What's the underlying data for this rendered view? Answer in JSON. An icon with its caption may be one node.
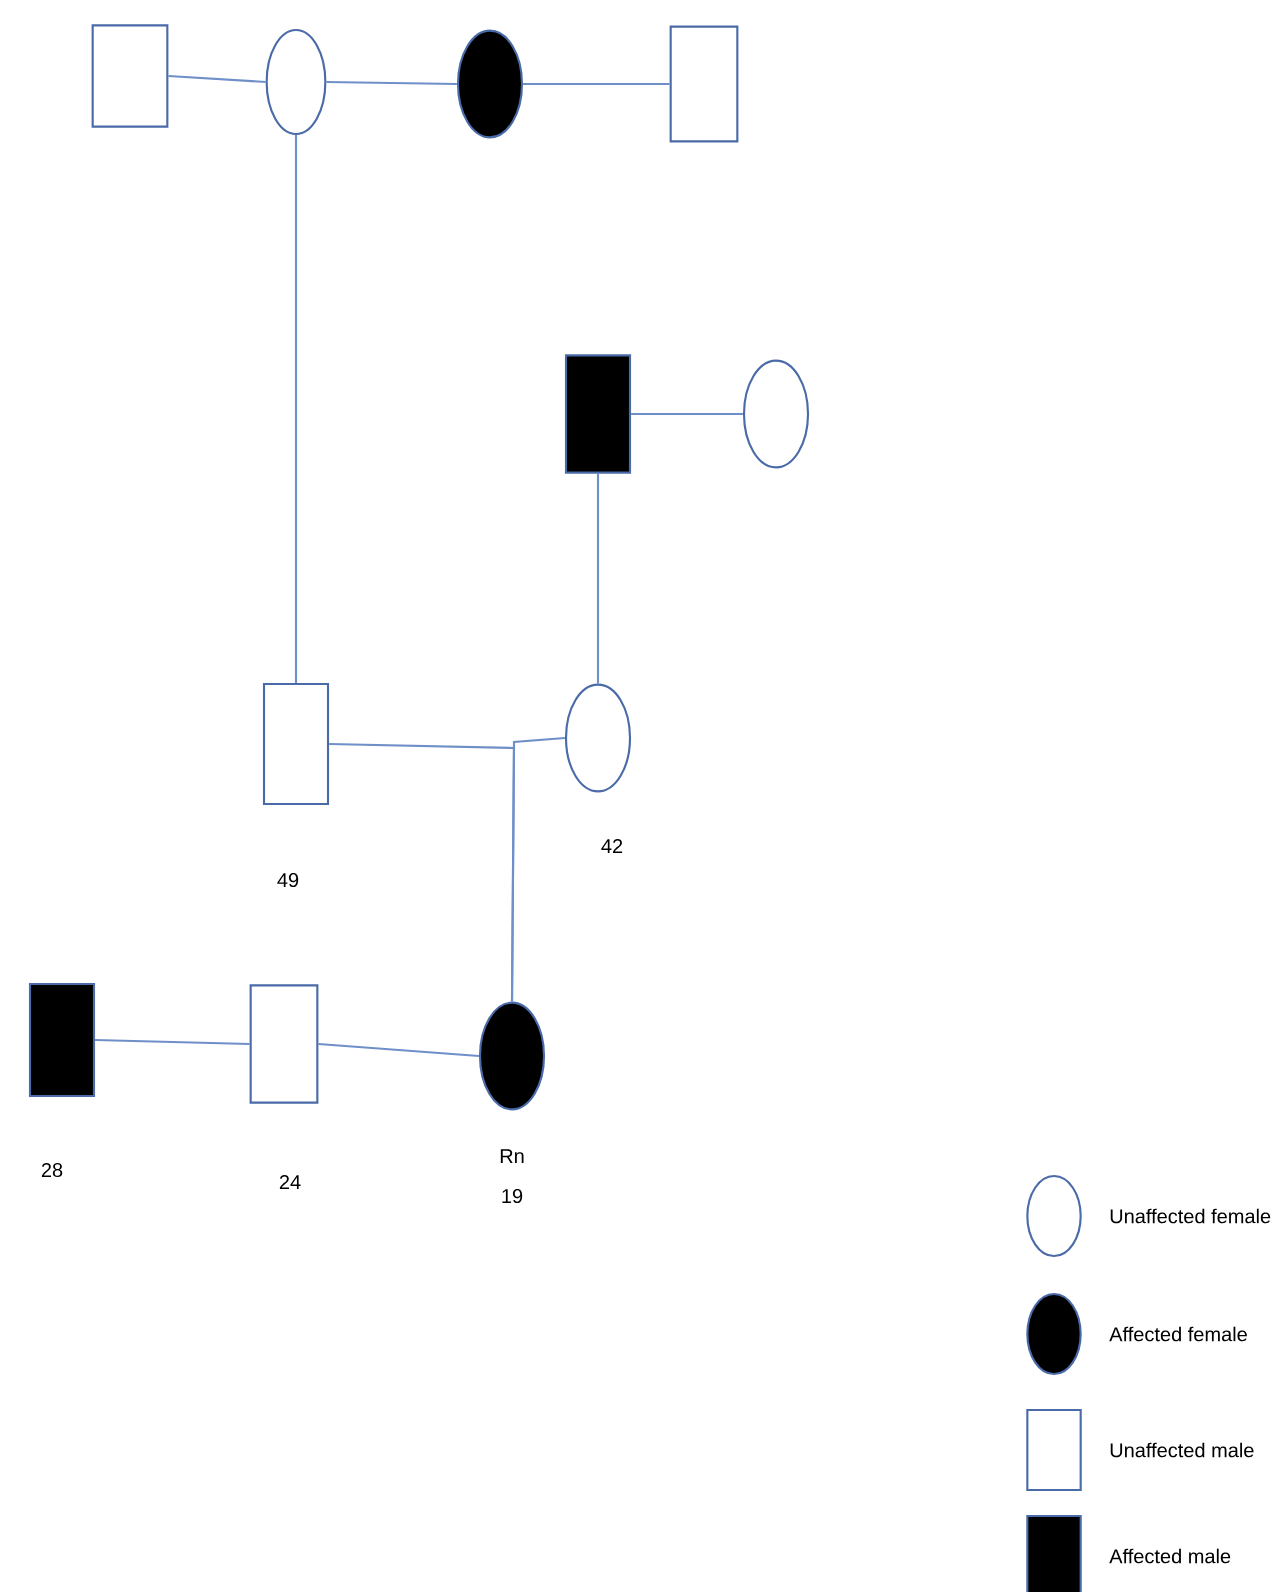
{
  "diagram": {
    "nodes": [
      {
        "text": [],
        "shape": "box"
      },
      {
        "text": [],
        "shape": "circle"
      },
      {
        "text": [],
        "shape": "circle"
      },
      {
        "text": [],
        "shape": "box"
      },
      {
        "text": [],
        "shape": "box"
      },
      {
        "text": [],
        "shape": "circle"
      },
      {
        "text": [],
        "shape": "box",
        "beside": [
          "49"
        ]
      },
      {
        "text": [],
        "shape": "circle",
        "beside": [
          "42"
        ]
      },
      {
        "text": [],
        "shape": "box",
        "beside": [
          "28"
        ]
      },
      {
        "text": [],
        "shape": "box",
        "beside": [
          "24"
        ]
      },
      {
        "text": [],
        "shape": "circle",
        "beside": [
          "Rn",
          "19"
        ]
      }
    ],
    "edges": [
      {
        "from": 0,
        "to": 1,
        "arrow": "none"
      },
      {
        "from": 1,
        "to": 2,
        "arrow": "none"
      },
      {
        "from": 2,
        "to": 3,
        "arrow": "none"
      },
      {
        "from": 4,
        "to": 5,
        "arrow": "none"
      },
      {
        "from": 1,
        "to": 6,
        "arrow": "none"
      },
      {
        "from": 4,
        "to": 7,
        "arrow": "none"
      },
      {
        "from": 6,
        "to": 10,
        "arrow": "none"
      },
      {
        "from": 7,
        "to": 10,
        "arrow": "none"
      },
      {
        "from": 8,
        "to": 9,
        "arrow": "none"
      },
      {
        "from": 9,
        "to": 10,
        "arrow": "none"
      }
    ],
    "legend": [
      {
        "text": "Unaffected female"
      },
      {
        "text": "Affected female"
      },
      {
        "text": "Unaffected male"
      },
      {
        "text": "Affected male"
      }
    ]
  }
}
